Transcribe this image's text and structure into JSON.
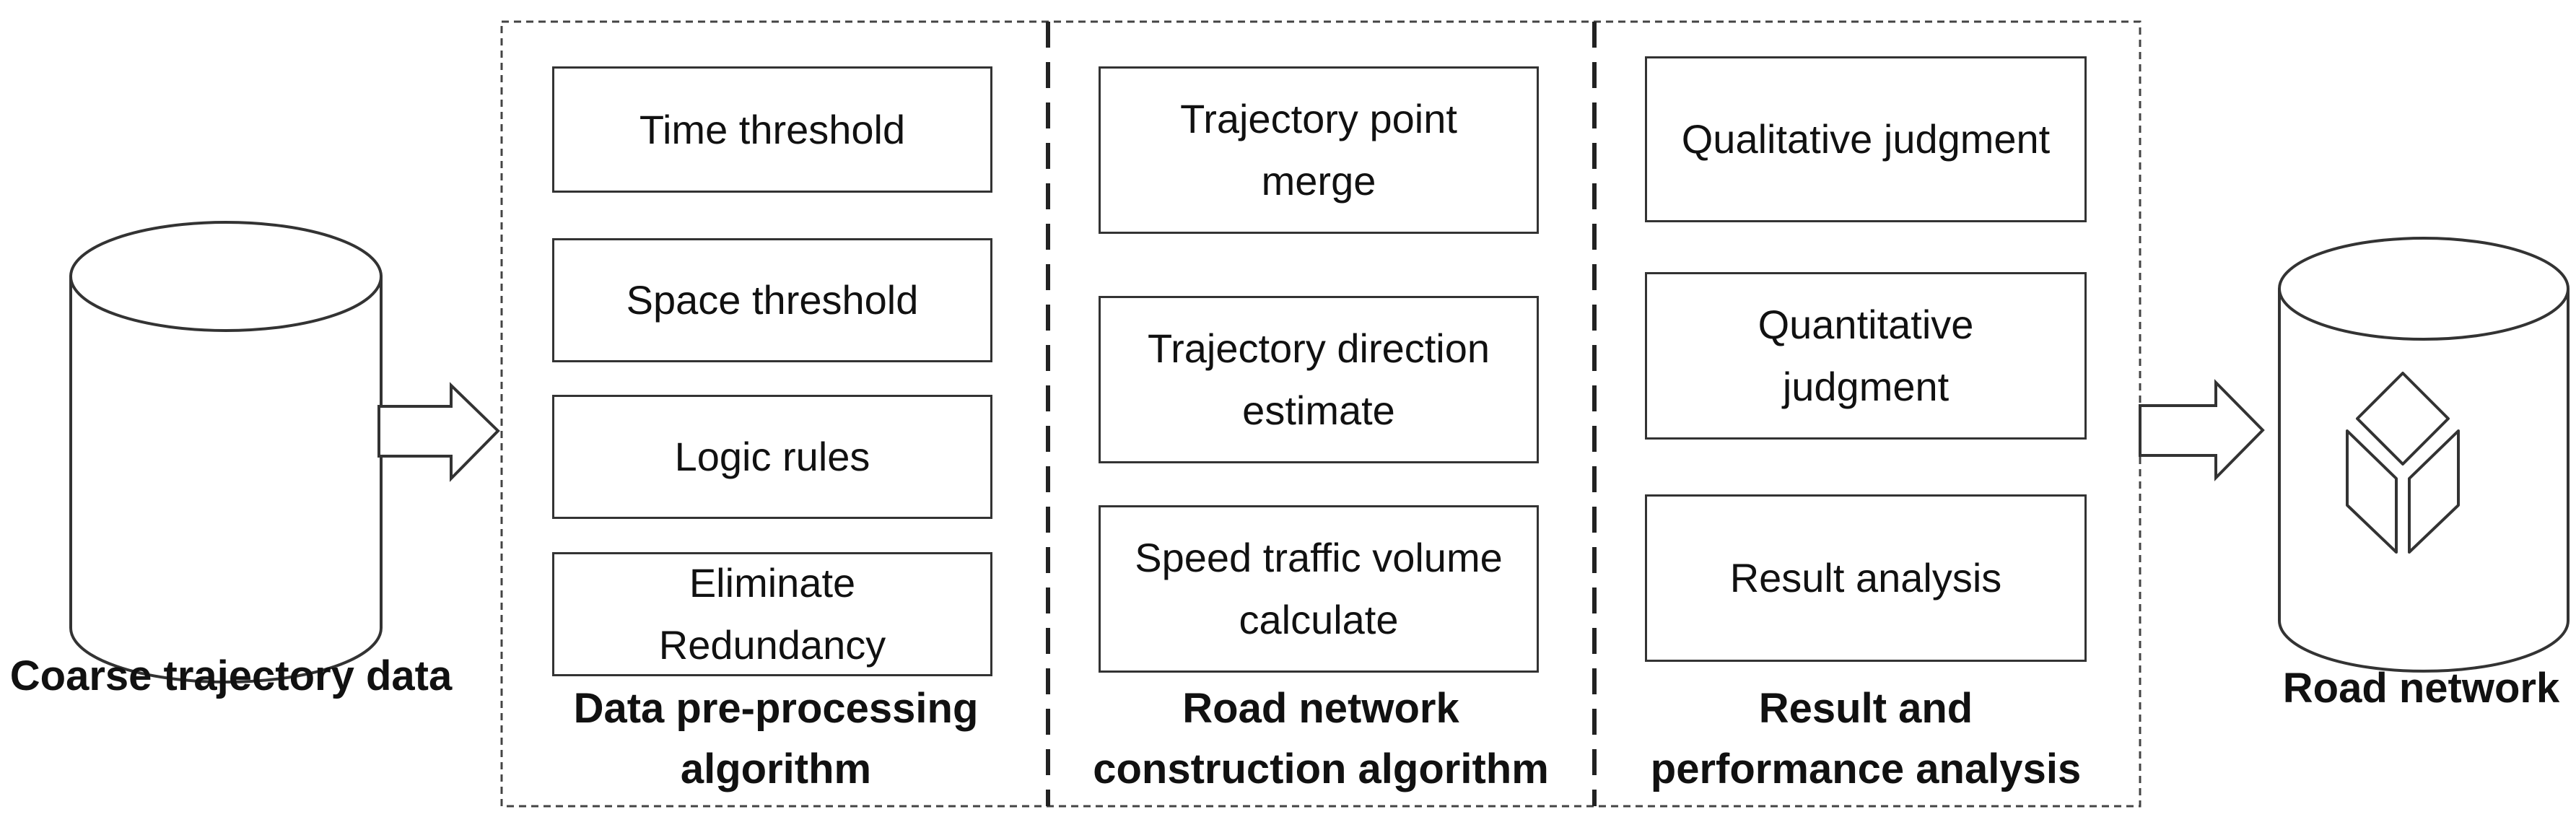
{
  "input_label": "Coarse trajectory data",
  "output_label": "Road network",
  "sections": [
    {
      "title": "Data pre-processing\nalgorithm",
      "steps": [
        "Time threshold",
        "Space threshold",
        "Logic rules",
        "Eliminate\nRedundancy"
      ]
    },
    {
      "title": "Road network\nconstruction algorithm",
      "steps": [
        "Trajectory point\nmerge",
        "Trajectory direction\nestimate",
        "Speed  traffic volume\ncalculate"
      ]
    },
    {
      "title": "Result and\nperformance analysis",
      "steps": [
        "Qualitative judgment",
        "Quantitative\njudgment",
        "Result analysis"
      ]
    }
  ]
}
